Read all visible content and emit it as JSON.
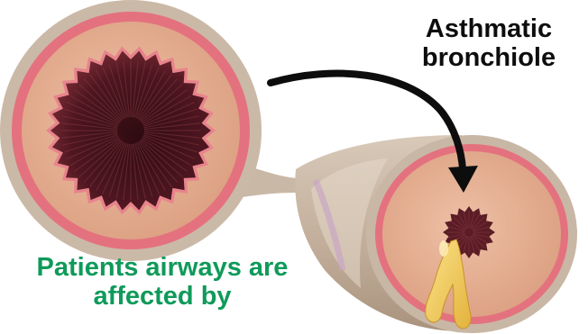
{
  "labels": {
    "asthmatic_line1": "Asthmatic",
    "asthmatic_line2": "bronchiole",
    "patients_line1": "Patients airways are",
    "patients_line2": "affected by"
  },
  "colors": {
    "background": "#ffffff",
    "outer_wall": "#c9b7a5",
    "mucosa": "#e4727e",
    "inner_tissue": "#e6b096",
    "lumen_dark": "#521820",
    "mucus": "#f0c94e",
    "arrow": "#0d0d0d",
    "label_dark": "#0d0d0d",
    "label_green": "#0f9a5a"
  }
}
